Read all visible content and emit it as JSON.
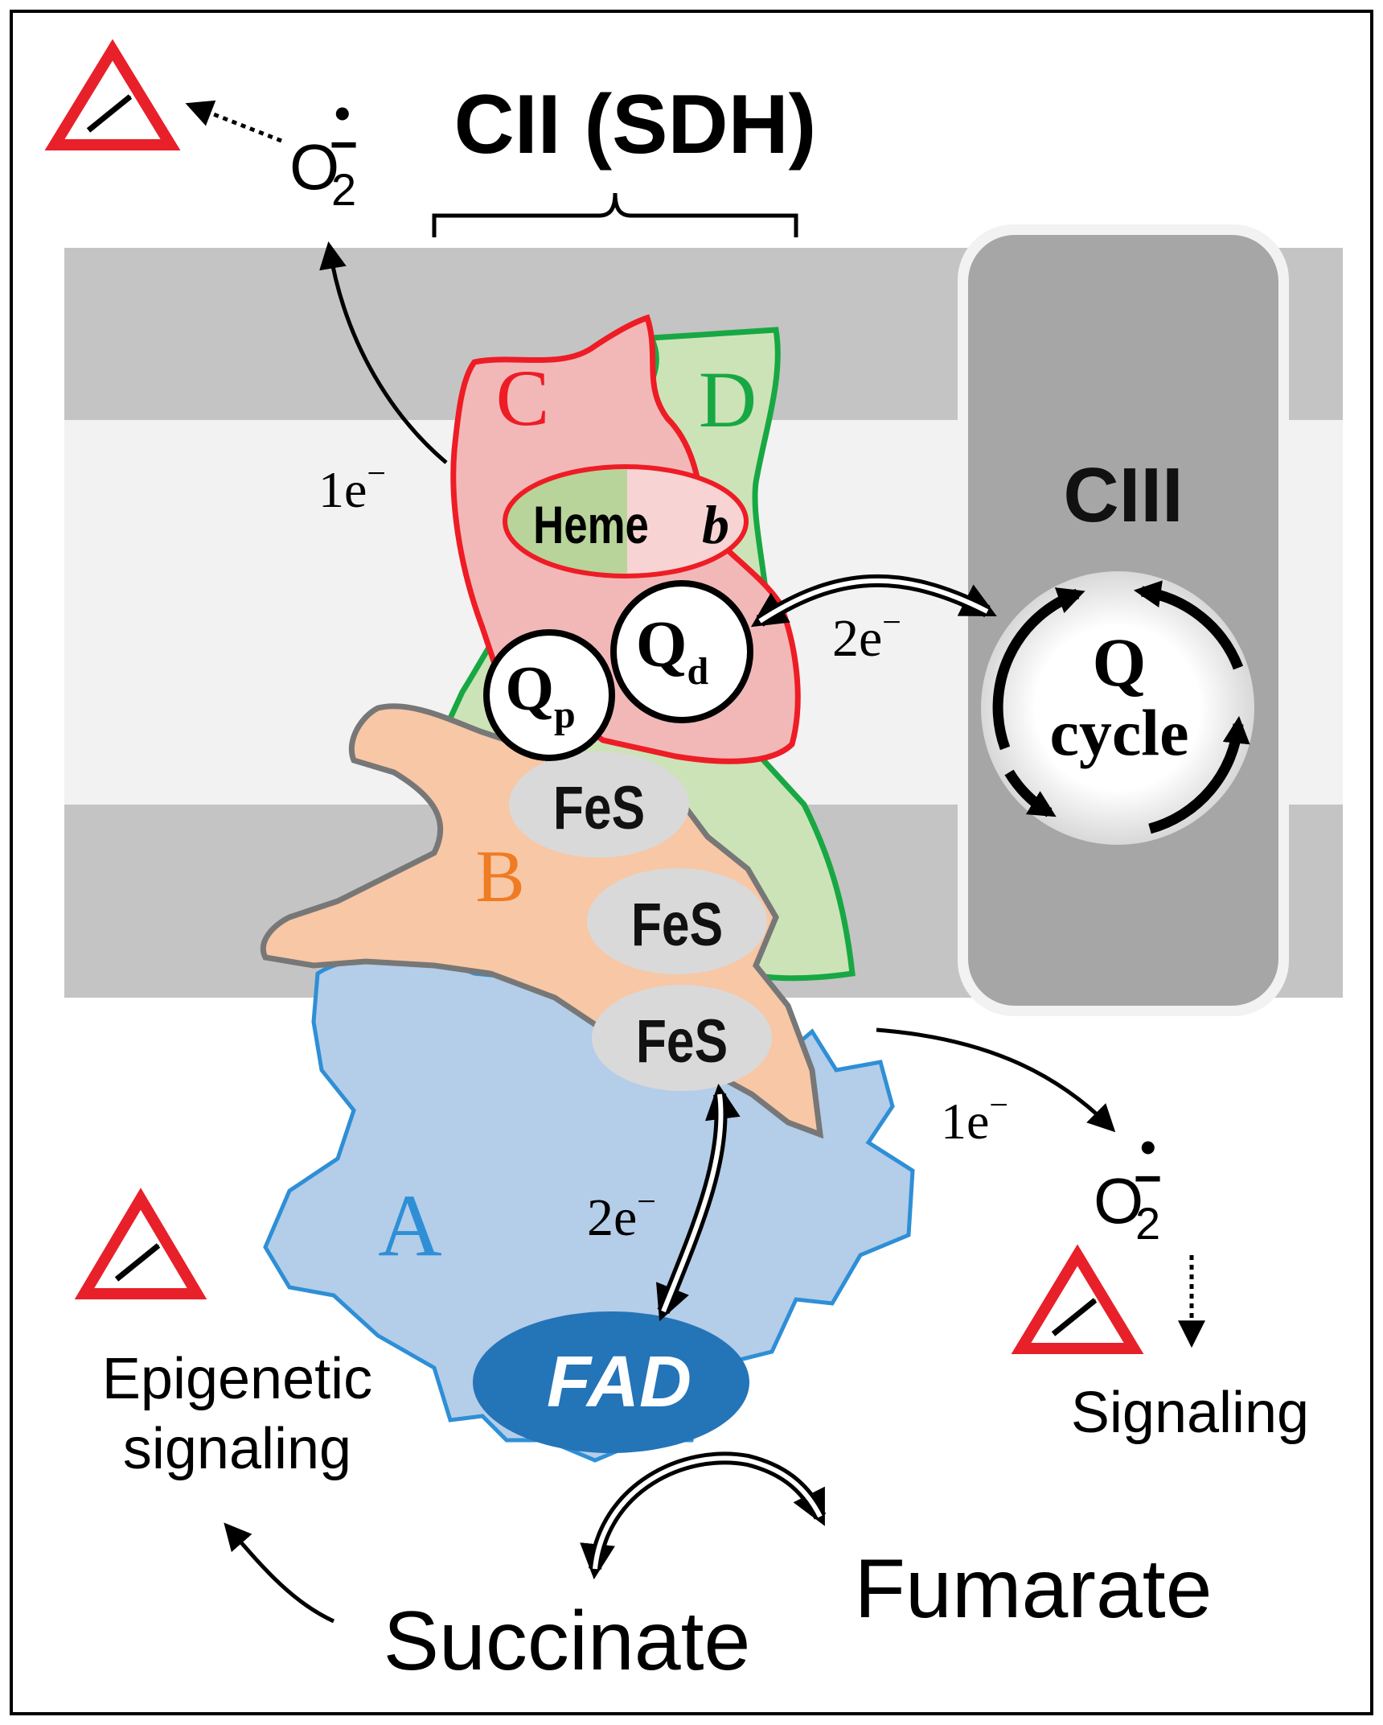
{
  "title": "CII (SDH)",
  "complex3": {
    "label": "CIII",
    "cycle_line1": "Q",
    "cycle_line2": "cycle"
  },
  "subunits": {
    "a": "A",
    "b": "B",
    "c": "C",
    "d": "D"
  },
  "cofactors": {
    "heme": "Heme",
    "heme_b": "b",
    "qp_base": "Q",
    "qp_sub": "p",
    "qd_base": "Q",
    "qd_sub": "d",
    "fes": "FeS",
    "fad": "FAD"
  },
  "electrons": {
    "one_e_top": "1e",
    "one_e_right": "1e",
    "two_e_qcycle": "2e",
    "two_e_fad": "2e",
    "sup": "−"
  },
  "superoxide": {
    "base": "O",
    "sub": "2",
    "dot": "•",
    "minus": "−"
  },
  "outputs": {
    "signaling": "Signaling",
    "epigenetic_line1": "Epigenetic",
    "epigenetic_line2": "signaling",
    "succinate": "Succinate",
    "fumarate": "Fumarate"
  },
  "colors": {
    "membrane_outer": "#c4c4c4",
    "membrane_core": "#f2f2f2",
    "ciii_box": "#a6a6a6",
    "subunit_a": "#b4cde8",
    "subunit_a_line": "#2e8fd6",
    "subunit_b": "#f8c7a5",
    "subunit_b_line": "#777777",
    "subunit_b_text": "#ef7b23",
    "subunit_c": "#f2b8b8",
    "subunit_c_line": "#ee1c25",
    "subunit_d": "#cce3b8",
    "subunit_d_line": "#18a843",
    "fes": "#d9d9d9",
    "fad": "#2474b8",
    "warning": "#e8202a"
  },
  "icons": [
    "warning-triangle-icon",
    "increase-arrow-icon"
  ]
}
